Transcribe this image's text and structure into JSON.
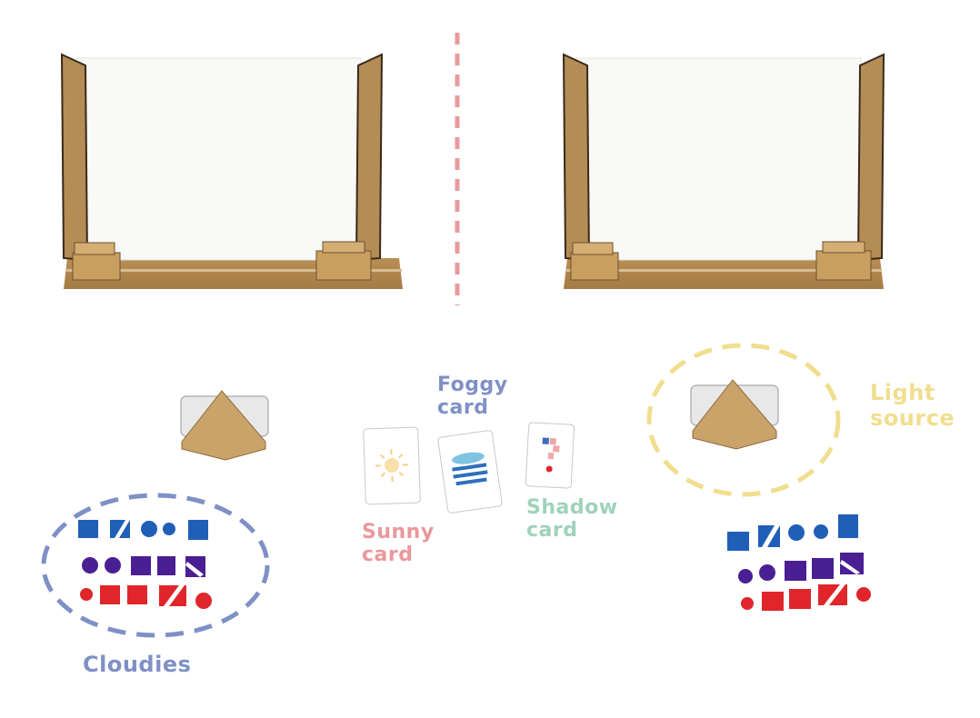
{
  "labels": {
    "foggy": [
      "Foggy",
      "card"
    ],
    "sunny": [
      "Sunny",
      "card"
    ],
    "shadow": [
      "Shadow",
      "card"
    ],
    "light": [
      "Light",
      "source"
    ],
    "cloudies": "Cloudies"
  },
  "colors": {
    "foggy": "#7f90c6",
    "sunny": "#e9989b",
    "shadow": "#9fd2bb",
    "light": "#f0de8e",
    "divider": "#e99a9d",
    "cardboard": "#c9a36a",
    "blue_piece": "#1f5fb8",
    "purple_piece": "#4a1f93",
    "red_piece": "#e0262b"
  },
  "icons": [
    "sun-icon",
    "waves-icon",
    "question-icon",
    "phone-icon"
  ]
}
